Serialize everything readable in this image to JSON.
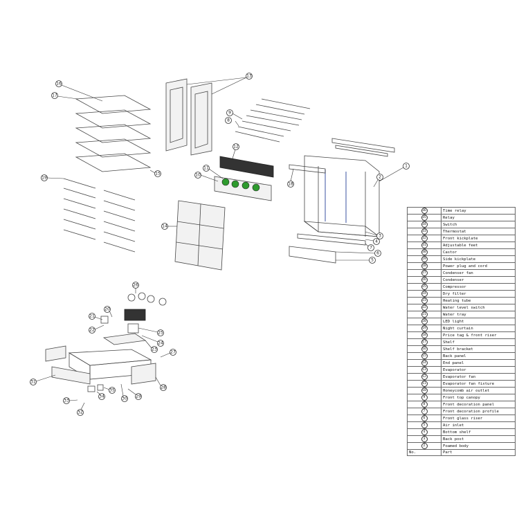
{
  "callouts": [
    "1",
    "2",
    "3",
    "4",
    "5",
    "6",
    "7",
    "8",
    "9",
    "10",
    "11",
    "12",
    "13",
    "14",
    "15",
    "16",
    "17",
    "18",
    "19",
    "20",
    "21",
    "22",
    "23",
    "24",
    "25",
    "26",
    "27",
    "28",
    "29",
    "30",
    "31",
    "32",
    "33",
    "34",
    "35"
  ],
  "table": {
    "rows": [
      {
        "no": "36",
        "part": "Time relay"
      },
      {
        "no": "35",
        "part": "Relay"
      },
      {
        "no": "34",
        "part": "Switch"
      },
      {
        "no": "33",
        "part": "Thermostat"
      },
      {
        "no": "32",
        "part": "Front kickplate"
      },
      {
        "no": "31",
        "part": "Adjustable feet"
      },
      {
        "no": "30",
        "part": "Castor"
      },
      {
        "no": "29",
        "part": "Side kickplate"
      },
      {
        "no": "28",
        "part": "Power plug and cord"
      },
      {
        "no": "27",
        "part": "Condenser fan"
      },
      {
        "no": "26",
        "part": "Condenser"
      },
      {
        "no": "25",
        "part": "Compressor"
      },
      {
        "no": "24",
        "part": "Dry filter"
      },
      {
        "no": "23",
        "part": "Heating tube"
      },
      {
        "no": "22",
        "part": "Water level switch"
      },
      {
        "no": "21",
        "part": "Water tray"
      },
      {
        "no": "20",
        "part": "LED light"
      },
      {
        "no": "19",
        "part": "Night curtain"
      },
      {
        "no": "18",
        "part": "Price tag & front riser"
      },
      {
        "no": "17",
        "part": "Shelf"
      },
      {
        "no": "16",
        "part": "Shelf bracket"
      },
      {
        "no": "15",
        "part": "Back panel"
      },
      {
        "no": "14",
        "part": "End panel"
      },
      {
        "no": "13",
        "part": "Evaporator"
      },
      {
        "no": "12",
        "part": "Evaporator fan"
      },
      {
        "no": "11",
        "part": "Evaporator fan fixture"
      },
      {
        "no": "10",
        "part": "Honeycomb air outlet"
      },
      {
        "no": "9",
        "part": "Front top canopy"
      },
      {
        "no": "8",
        "part": "Front decoration panel"
      },
      {
        "no": "7",
        "part": "Front decoration profile"
      },
      {
        "no": "6",
        "part": "Front glass riser"
      },
      {
        "no": "5",
        "part": "Air inlet"
      },
      {
        "no": "4",
        "part": "Bottom shelf"
      },
      {
        "no": "3",
        "part": "Back post"
      },
      {
        "no": "2",
        "part": "Foamed body"
      },
      {
        "no": "",
        "part": "Part"
      }
    ],
    "footer": {
      "no": "No.",
      "part": "Part"
    }
  }
}
